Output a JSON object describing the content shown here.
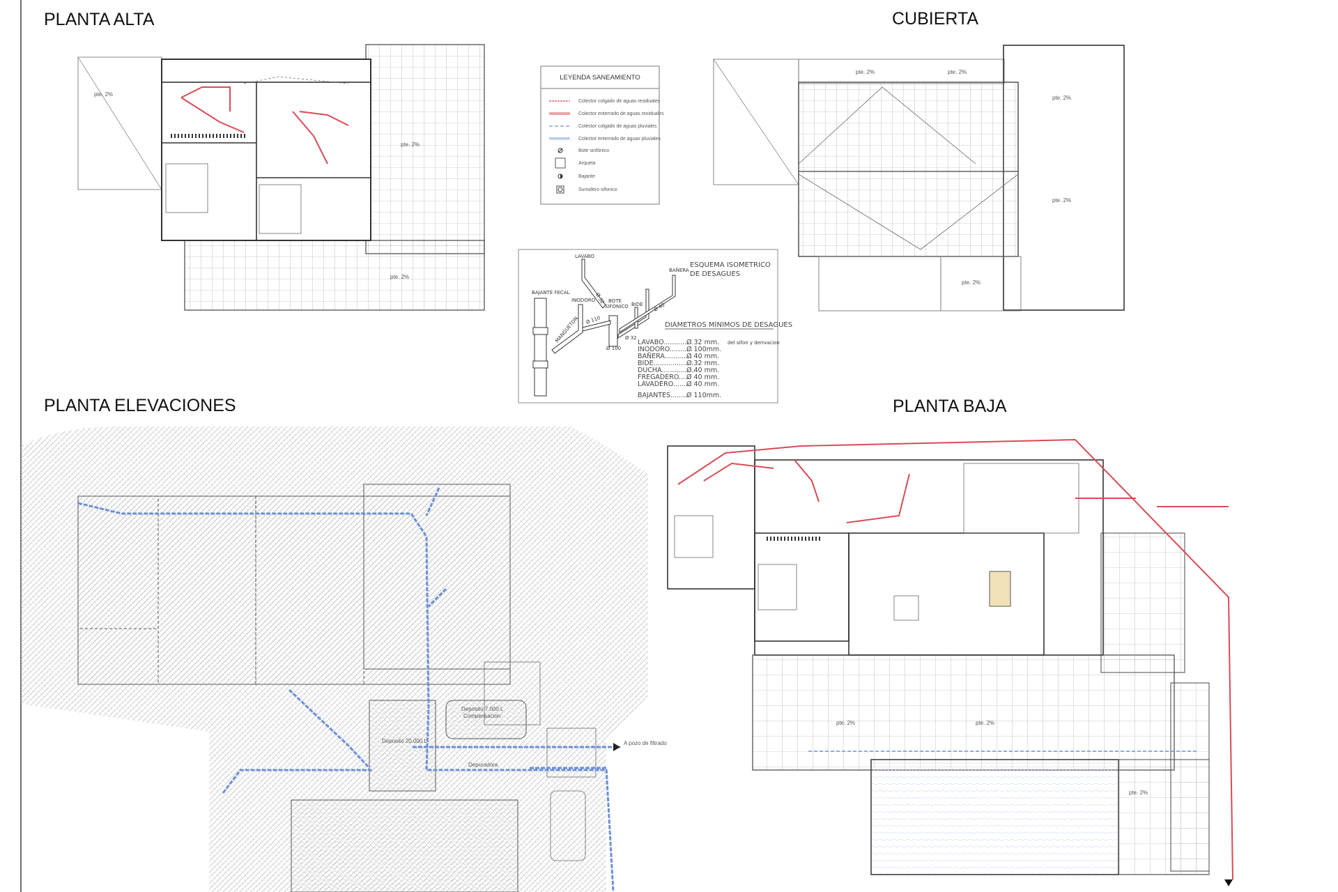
{
  "titles": {
    "planta_alta": "PLANTA ALTA",
    "cubierta": "CUBIERTA",
    "planta_elevaciones": "PLANTA ELEVACIONES",
    "planta_baja": "PLANTA BAJA"
  },
  "legend": {
    "title": "LEYENDA SANEAMIENTO",
    "items": [
      {
        "label": "Colector colgado de aguas residuales",
        "symbol": "red-hatched-line"
      },
      {
        "label": "Colector enterrado de aguas residuales",
        "symbol": "red-double-line"
      },
      {
        "label": "Colector colgado de aguas pluviales",
        "symbol": "blue-hatched-line"
      },
      {
        "label": "Colector enterrado de aguas pluviales",
        "symbol": "blue-double-line"
      },
      {
        "label": "Bote sinfónico",
        "symbol": "circle-slash-icon"
      },
      {
        "label": "Arqueta",
        "symbol": "square-icon"
      },
      {
        "label": "Bajante",
        "symbol": "half-filled-circle-icon"
      },
      {
        "label": "Sumidero sifonico",
        "symbol": "grated-drain-icon"
      }
    ]
  },
  "isometric": {
    "title_line1": "ESQUEMA ISOMETRICO",
    "title_line2": "DE DESAGUES",
    "labels": {
      "lavabo": "LAVABO",
      "banera": "BAÑERA",
      "bajante_fecal": "BAJANTE FECAL",
      "inodoro": "INODORO",
      "bote_sifonico_1": "BOTE",
      "bote_sifonico_2": "SIFONICO",
      "bide": "BIDE",
      "manguetón": "MANGUETON",
      "d100": "Ø 100",
      "d32a": "Ø 32",
      "d40": "Ø 40",
      "d32b": "Ø 32",
      "d110": "Ø 110"
    },
    "table_title": "DIAMETROS MINIMOS DE DESAGUES",
    "table_note": "del sifon y derivacion",
    "rows": [
      {
        "name": "LAVABO..............",
        "value": "Ø  32  mm."
      },
      {
        "name": "INODORO...........",
        "value": "Ø  100mm."
      },
      {
        "name": "BAÑERA.............",
        "value": "Ø  40  mm."
      },
      {
        "name": "BIDE...................",
        "value": "Ø  32  mm."
      },
      {
        "name": "DUCHA................",
        "value": "Ø  40  mm."
      },
      {
        "name": "FREGADERO......",
        "value": "Ø  40  mm."
      },
      {
        "name": "LAVADERO.........",
        "value": "Ø  40  mm."
      }
    ],
    "bajantes": {
      "name": "BAJANTES.........",
      "value": "Ø  110mm."
    }
  },
  "elevaciones_labels": {
    "deposito_20000": "Deposito 20.000 L",
    "deposito_7000": "Deposito 7.000 L",
    "compensacion": "Compensacion",
    "pozo": "A pozo de filtrado",
    "depuradora": "Depuradora"
  },
  "slope_label": "pte. 2%",
  "colors": {
    "pluviales": "#6c8fd8",
    "residuales": "#d84a55",
    "lines": "#333333"
  }
}
